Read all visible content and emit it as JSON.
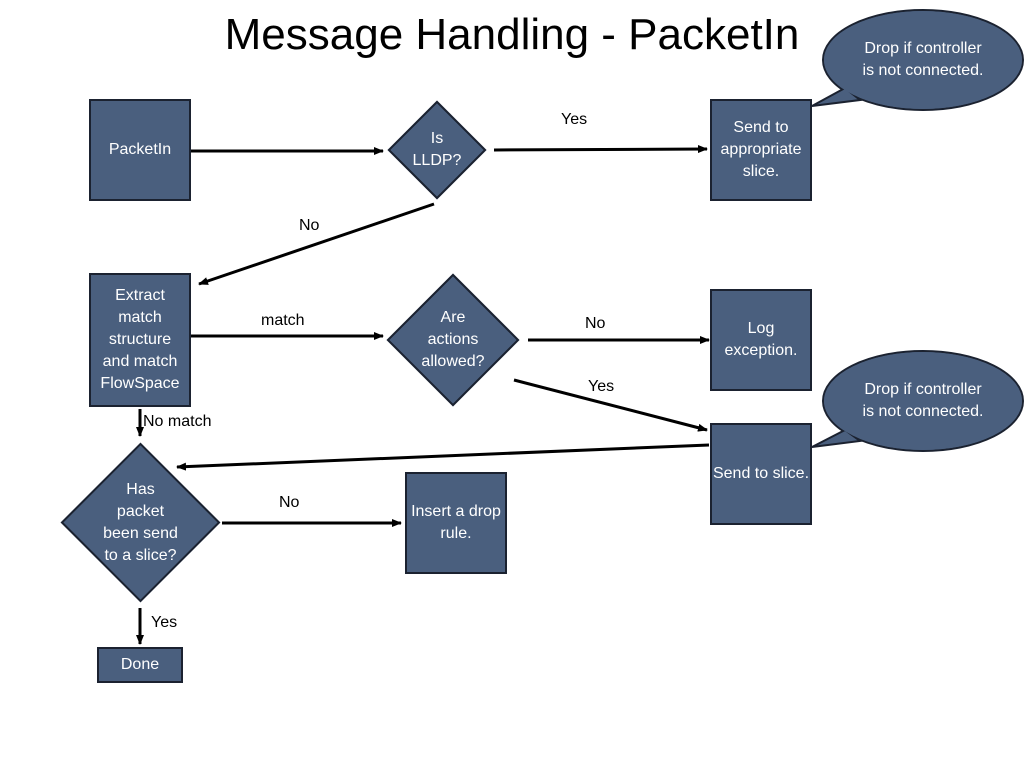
{
  "title": "Message Handling - PacketIn",
  "colors": {
    "node_fill": "#4a5f7e",
    "node_border": "#1b2230",
    "arrow": "#000000"
  },
  "nodes": {
    "packetin": "PacketIn",
    "is_lldp": "Is\nLLDP?",
    "send_appropriate": "Send to\nappropriate\nslice.",
    "extract": "Extract\nmatch\nstructure\nand match\nFlowSpace",
    "actions_allowed": "Are\nactions\nallowed?",
    "log_exception": "Log\nexception.",
    "send_slice": "Send to slice.",
    "has_packet": "Has\npacket\nbeen send\nto a slice?",
    "insert_drop": "Insert a drop\nrule.",
    "done": "Done"
  },
  "callouts": {
    "top": "Drop if controller\nis not connected.",
    "middle": "Drop if controller\nis not connected."
  },
  "edge_labels": {
    "lldp_yes": "Yes",
    "lldp_no": "No",
    "match": "match",
    "actions_no": "No",
    "actions_yes": "Yes",
    "no_match": "No match",
    "sent_no": "No",
    "sent_yes": "Yes"
  }
}
